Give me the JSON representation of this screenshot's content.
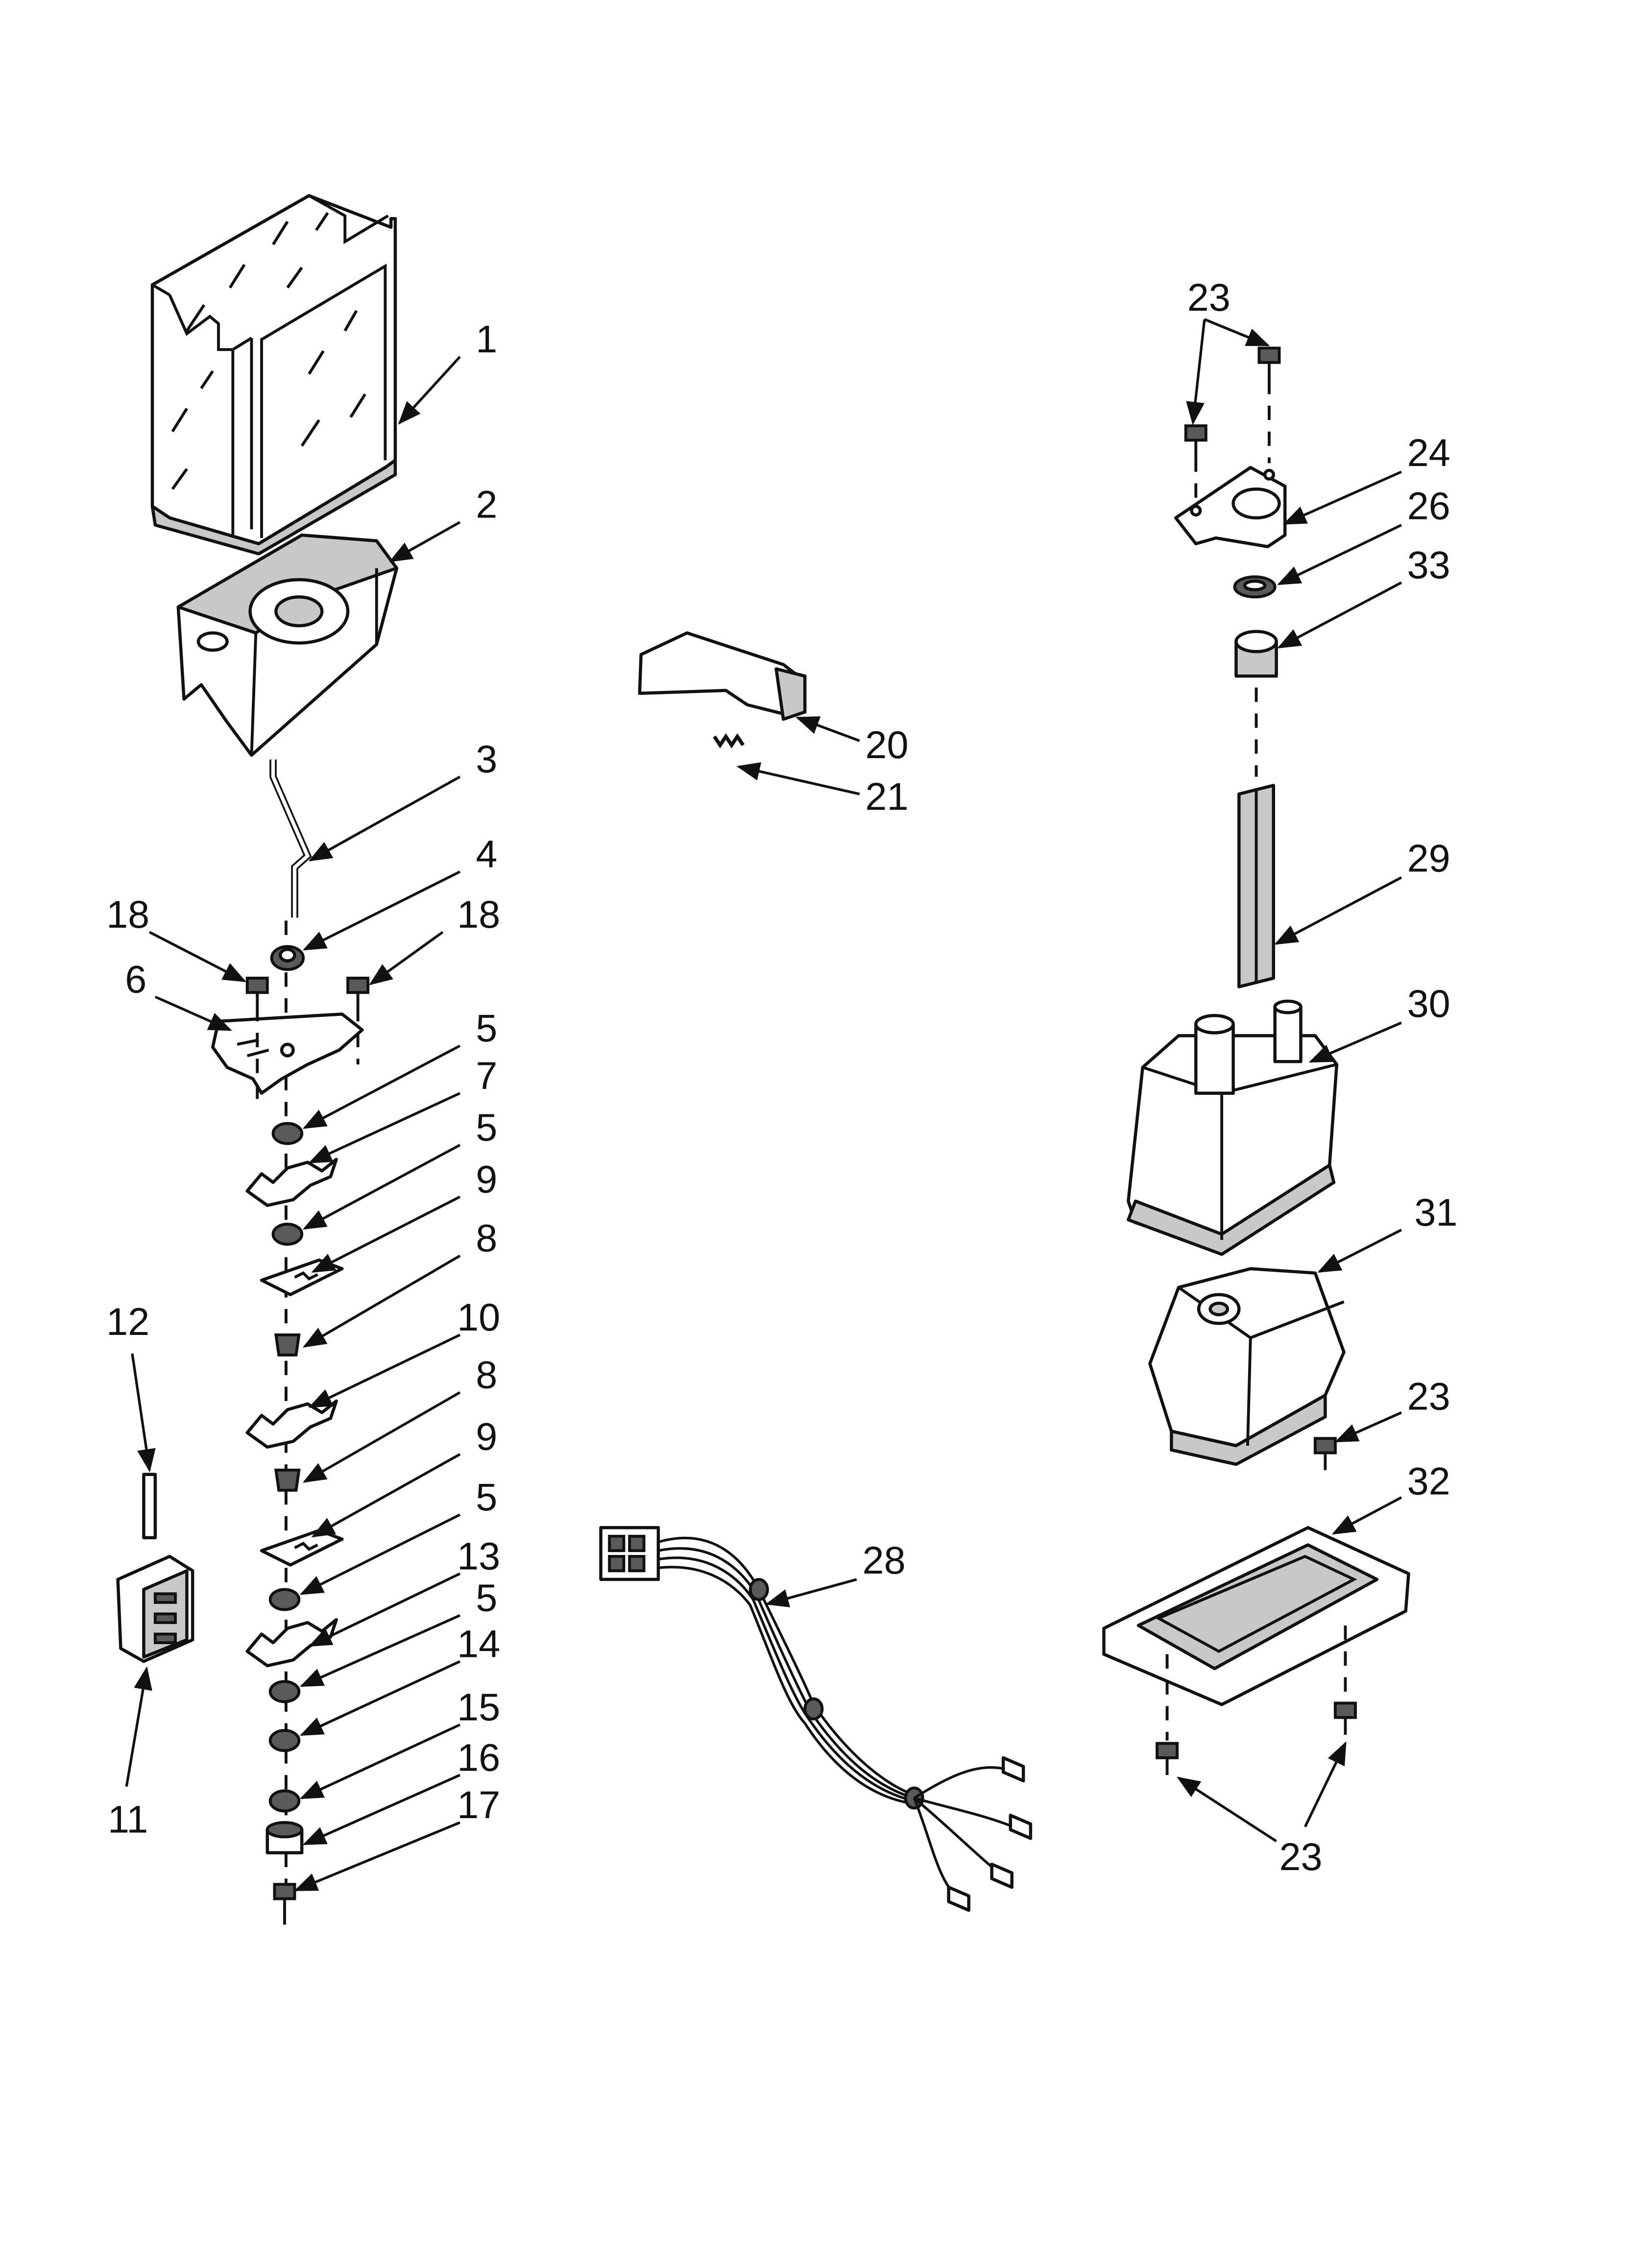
{
  "labels": {
    "l1": "1",
    "l2": "2",
    "l3": "3",
    "l4": "4",
    "l5a": "5",
    "l5b": "5",
    "l5c": "5",
    "l5d": "5",
    "l6": "6",
    "l7": "7",
    "l8a": "8",
    "l8b": "8",
    "l9a": "9",
    "l9b": "9",
    "l10": "10",
    "l11": "11",
    "l12": "12",
    "l13": "13",
    "l14": "14",
    "l15": "15",
    "l16": "16",
    "l17": "17",
    "l18a": "18",
    "l18b": "18",
    "l20": "20",
    "l21": "21",
    "l23a": "23",
    "l23b": "23",
    "l23c": "23",
    "l24": "24",
    "l26": "26",
    "l28": "28",
    "l29": "29",
    "l30": "30",
    "l31": "31",
    "l32": "32",
    "l33": "33"
  }
}
